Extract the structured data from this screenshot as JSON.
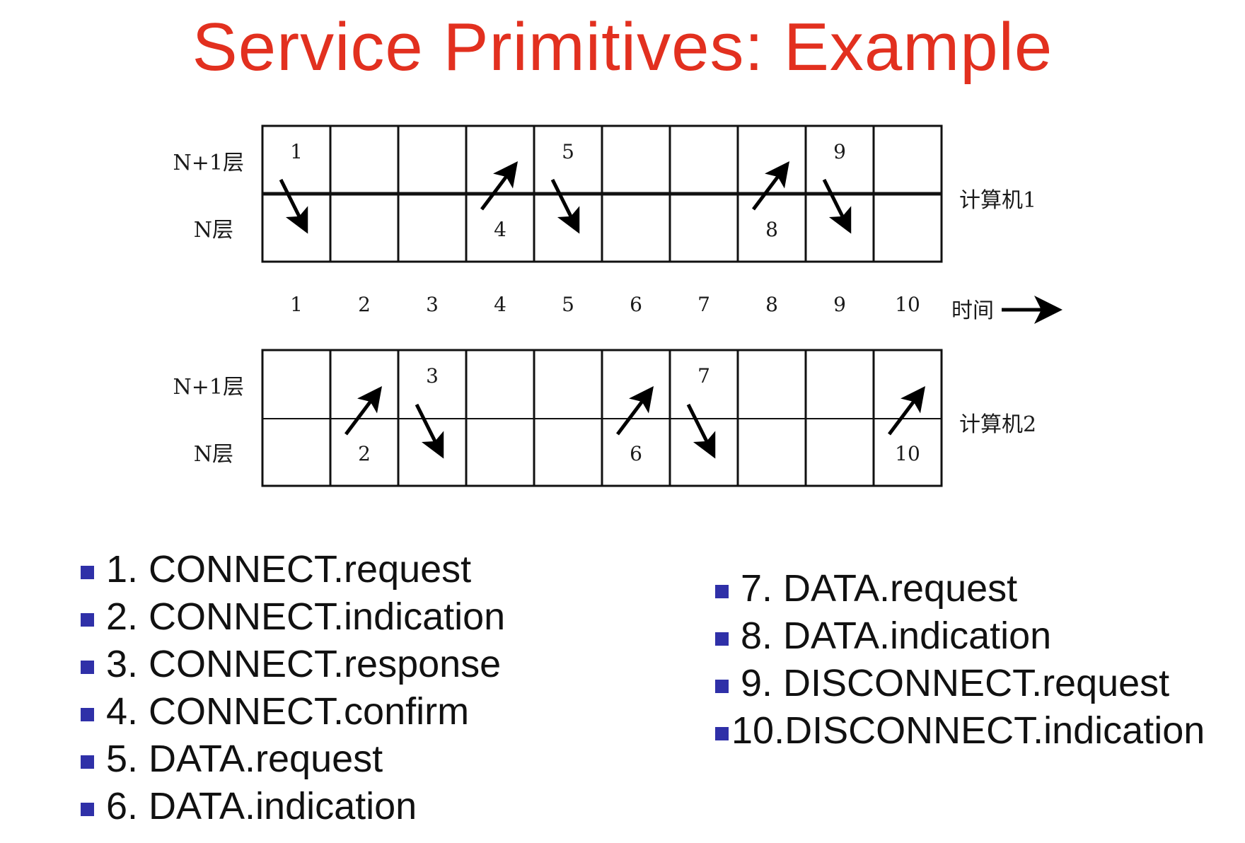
{
  "title": "Service Primitives: Example",
  "colors": {
    "title": "#e2301f",
    "bullet": "#2f30a8",
    "grid": "#111111",
    "arrow": "#000000"
  },
  "row_labels": {
    "upper": "N+1层",
    "lower": "N层"
  },
  "computer_labels": {
    "computer1": "计算机1",
    "computer2": "计算机2"
  },
  "time_axis": {
    "label": "时间",
    "ticks": [
      "1",
      "2",
      "3",
      "4",
      "5",
      "6",
      "7",
      "8",
      "9",
      "10"
    ]
  },
  "events": [
    {
      "step": "1",
      "computer": 1,
      "direction": "down",
      "label_row": "upper"
    },
    {
      "step": "2",
      "computer": 2,
      "direction": "up",
      "label_row": "lower"
    },
    {
      "step": "3",
      "computer": 2,
      "direction": "down",
      "label_row": "upper"
    },
    {
      "step": "4",
      "computer": 1,
      "direction": "up",
      "label_row": "lower"
    },
    {
      "step": "5",
      "computer": 1,
      "direction": "down",
      "label_row": "upper"
    },
    {
      "step": "6",
      "computer": 2,
      "direction": "up",
      "label_row": "lower"
    },
    {
      "step": "7",
      "computer": 2,
      "direction": "down",
      "label_row": "upper"
    },
    {
      "step": "8",
      "computer": 1,
      "direction": "up",
      "label_row": "lower"
    },
    {
      "step": "9",
      "computer": 1,
      "direction": "down",
      "label_row": "upper"
    },
    {
      "step": "10",
      "computer": 2,
      "direction": "up",
      "label_row": "lower"
    }
  ],
  "legend": {
    "left": [
      "1. CONNECT.request",
      "2. CONNECT.indication",
      "3. CONNECT.response",
      "4. CONNECT.confirm",
      "5. DATA.request",
      "6. DATA.indication"
    ],
    "right": [
      "7. DATA.request",
      "8. DATA.indication",
      "9. DISCONNECT.request",
      "10.DISCONNECT.indication"
    ]
  }
}
